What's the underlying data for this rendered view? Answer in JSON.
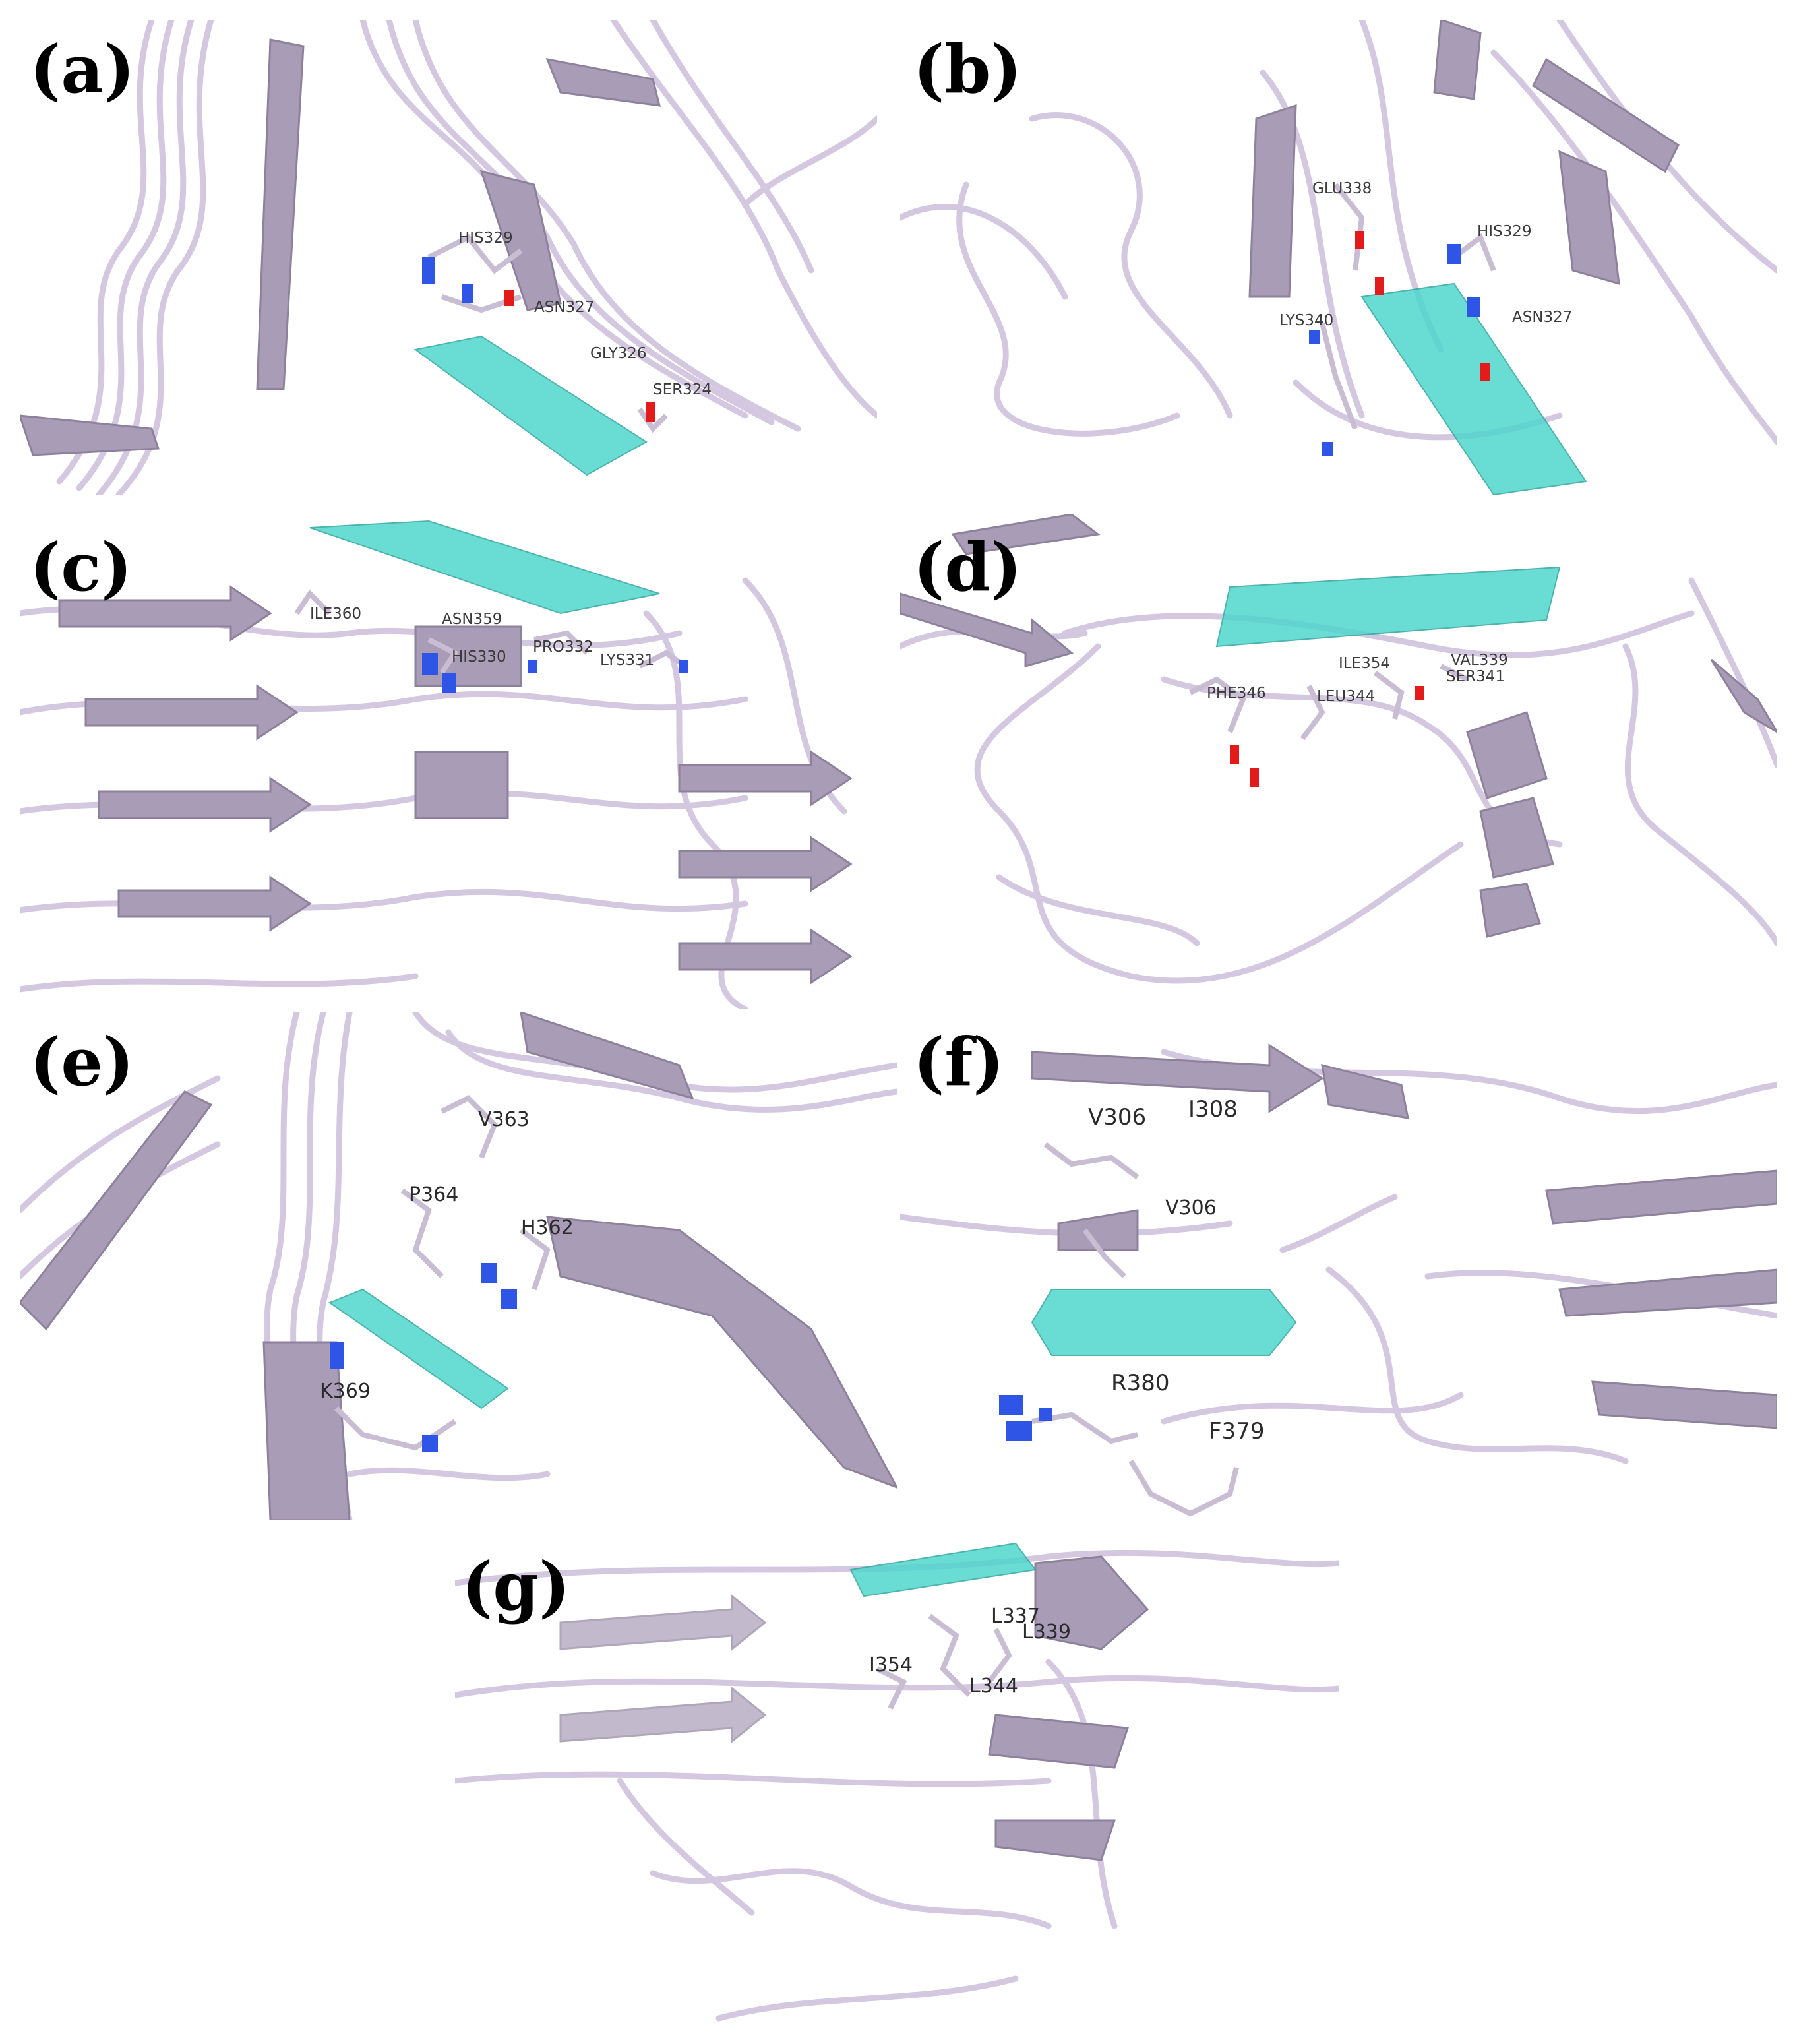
{
  "colors": {
    "ribbon": "#d4c7e0",
    "ribbon_dark": "#8e819c",
    "sheet": "#a99cb7",
    "graphene": "#4fd6cc",
    "nitrogen": "#2f55e6",
    "oxygen": "#e31b1b",
    "stick": "#c8bdd3",
    "hydrogen": "#ffffff"
  },
  "panels": [
    {
      "id": "a",
      "label": "(a)",
      "residues": [
        "HIS329",
        "ASN327",
        "GLY326",
        "SER324"
      ]
    },
    {
      "id": "b",
      "label": "(b)",
      "residues": [
        "GLU338",
        "HIS329",
        "LYS340",
        "ASN327"
      ]
    },
    {
      "id": "c",
      "label": "(c)",
      "residues": [
        "ILE360",
        "ASN359",
        "HIS330",
        "PRO332",
        "LYS331"
      ]
    },
    {
      "id": "d",
      "label": "(d)",
      "residues": [
        "PHE346",
        "ILE354",
        "VAL339",
        "SER341",
        "LEU344"
      ]
    },
    {
      "id": "e",
      "label": "(e)",
      "residues": [
        "V363",
        "P364",
        "H362",
        "K369"
      ]
    },
    {
      "id": "f",
      "label": "(f)",
      "residues": [
        "V306",
        "I308",
        "V306",
        "R380",
        "F379"
      ]
    },
    {
      "id": "g",
      "label": "(g)",
      "residues": [
        "L337",
        "L339",
        "I354",
        "L344"
      ]
    }
  ]
}
